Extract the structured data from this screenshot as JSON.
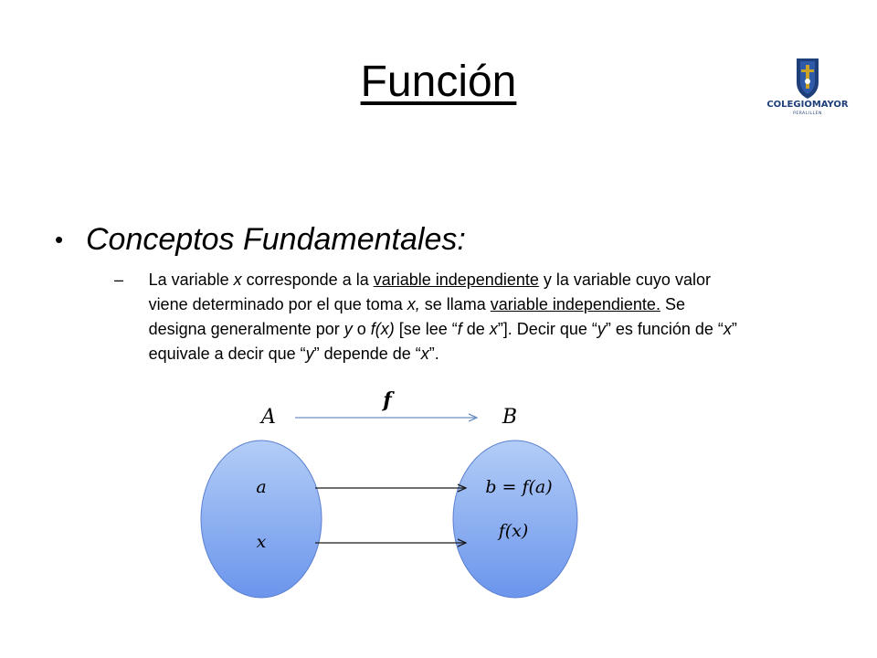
{
  "slide": {
    "title": "Función",
    "bullet": "Conceptos Fundamentales:",
    "paragraph": {
      "p1": "La variable ",
      "x1": "x",
      "p2": " corresponde a la ",
      "u1": "variable independiente",
      "p3": " y la variable cuyo valor viene determinado por el que toma ",
      "x2": "x,",
      "p4": " se llama ",
      "u2": "variable independiente.",
      "p5": " Se designa generalmente por ",
      "y1": "y",
      "p6": " o ",
      "fx1": "f(x)",
      "p7": " [se lee “",
      "f1": "f",
      "p8": " de ",
      "x3": "x",
      "p9": "”]. Decir que “",
      "y2": "y",
      "p10": "” es función de “",
      "x4": "x",
      "p11": "” equivale a decir que “",
      "y3": "y",
      "p12": "” depende de “",
      "x5": "x",
      "p13": "”."
    }
  },
  "logo": {
    "text": "COLEGIOMAYOR",
    "subtext": "PERALILLEN"
  },
  "diagram": {
    "set_a_label": "A",
    "set_b_label": "B",
    "function_label": "f",
    "domain_elements": [
      "a",
      "x"
    ],
    "codomain_elements": [
      "b = f(a)",
      "f(x)"
    ]
  },
  "colors": {
    "ellipse_top": "#a9c6f5",
    "ellipse_bottom": "#6f98ee",
    "top_arrow": "#6b8fc4",
    "mapping_arrow": "#1a1a1a",
    "logo_blue": "#1f3f7a",
    "logo_gold": "#c9a227"
  }
}
